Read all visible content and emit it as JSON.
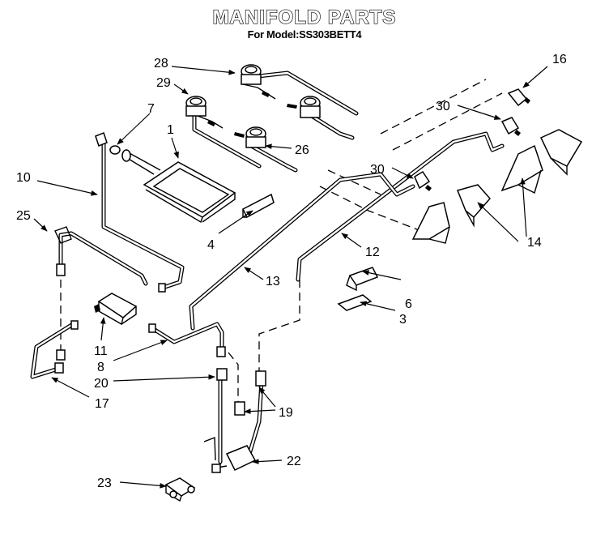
{
  "title": "MANIFOLD PARTS",
  "subtitle": "For Model:SS303BETT4",
  "callouts": [
    {
      "id": "c1",
      "text": "1"
    },
    {
      "id": "c3",
      "text": "3"
    },
    {
      "id": "c4",
      "text": "4"
    },
    {
      "id": "c6",
      "text": "6"
    },
    {
      "id": "c7",
      "text": "7"
    },
    {
      "id": "c8",
      "text": "8"
    },
    {
      "id": "c10",
      "text": "10"
    },
    {
      "id": "c11",
      "text": "11"
    },
    {
      "id": "c12",
      "text": "12"
    },
    {
      "id": "c13",
      "text": "13"
    },
    {
      "id": "c14",
      "text": "14"
    },
    {
      "id": "c16",
      "text": "16"
    },
    {
      "id": "c17",
      "text": "17"
    },
    {
      "id": "c19",
      "text": "19"
    },
    {
      "id": "c20",
      "text": "20"
    },
    {
      "id": "c22",
      "text": "22"
    },
    {
      "id": "c23",
      "text": "23"
    },
    {
      "id": "c25",
      "text": "25"
    },
    {
      "id": "c26",
      "text": "26"
    },
    {
      "id": "c28",
      "text": "28"
    },
    {
      "id": "c29",
      "text": "29"
    },
    {
      "id": "c30a",
      "text": "30"
    },
    {
      "id": "c30b",
      "text": "30"
    }
  ]
}
